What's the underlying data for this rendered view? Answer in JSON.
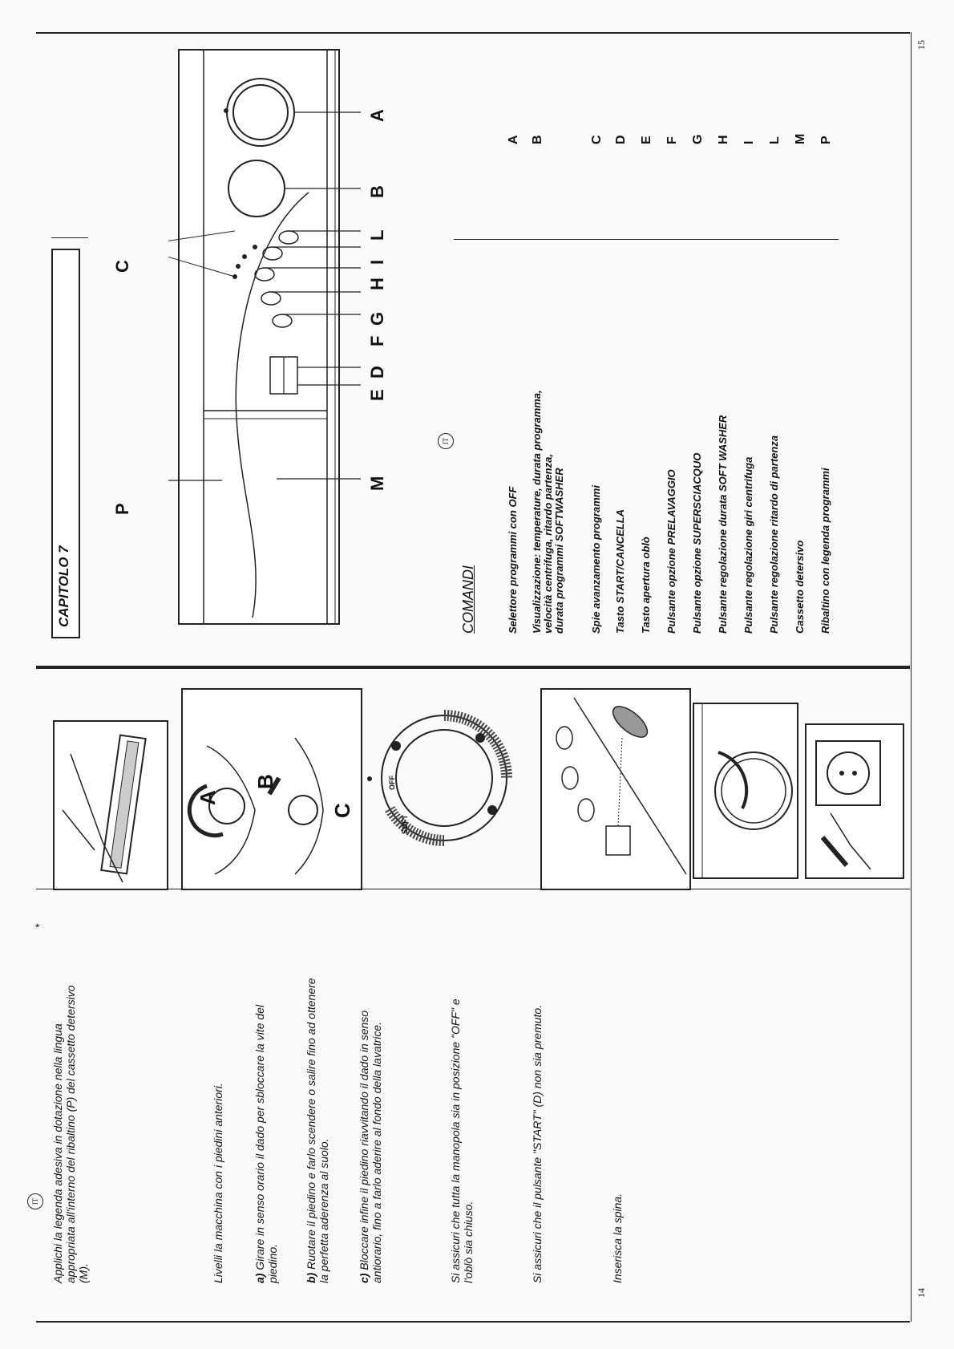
{
  "page_left": {
    "number": "14",
    "lang_badge": "IT",
    "paragraphs": [
      {
        "id": "legend",
        "lines": [
          "Applichi la legenda adesiva in dotazione nella lingua",
          "appropriata all'interno del ribaltino (P) del cassetto detersivo",
          "(M)."
        ]
      },
      {
        "id": "level",
        "lines": [
          "Livelli la macchina con i piedini anteriori."
        ]
      },
      {
        "id": "step_a",
        "label": "a)",
        "lines": [
          " Girare in senso orario il dado per sbloccare la vite del",
          "piedino."
        ]
      },
      {
        "id": "step_b",
        "label": "b)",
        "lines": [
          " Ruotare il piedino e farlo scendere o salire fino ad ottenere",
          "la perfetta aderenza al suolo."
        ]
      },
      {
        "id": "step_c",
        "label": "c)",
        "lines": [
          " Bloccare infine il piedino riavvitando il dado in senso",
          "antiorario, fino a farlo aderire al fondo della lavatrice."
        ]
      },
      {
        "id": "off",
        "lines": [
          "Si assicuri che tutta la manopola sia in posizione \"OFF\" e",
          "l'oblò sia chiuso."
        ]
      },
      {
        "id": "start",
        "lines": [
          "Si assicuri che il pulsante  \"START\" (D) non sia premuto."
        ]
      },
      {
        "id": "plug",
        "lines": [
          "Inserisca la spina."
        ]
      }
    ],
    "figure_labels": {
      "a": "A",
      "b": "B",
      "c": "C"
    },
    "dial_labels": {
      "off": "OFF",
      "soft": "SOFT"
    }
  },
  "page_right": {
    "number": "15",
    "lang_badge": "IT",
    "chapter": "CAPITOLO 7",
    "section_title": "COMANDI",
    "diagram_labels": [
      "A",
      "B",
      "L",
      "I",
      "H",
      "G",
      "F",
      "D",
      "E",
      "M",
      "P",
      "C"
    ],
    "controls": [
      {
        "text": "Selettore programmi con OFF",
        "letter": "A"
      },
      {
        "text": "Visualizzazione: temperature, durata programma,",
        "text2": "velocità centrifuga, ritardo partenza,",
        "text3": "durata programmi SOFTWASHER",
        "letter": "B"
      },
      {
        "text": "Spie avanzamento programmi",
        "letter": "C"
      },
      {
        "text": "Tasto START/CANCELLA",
        "letter": "D"
      },
      {
        "text": "Tasto apertura oblò",
        "letter": "E"
      },
      {
        "text": "Pulsante opzione PRELAVAGGIO",
        "letter": "F"
      },
      {
        "text": "Pulsante opzione SUPERSCIACQUO",
        "letter": "G"
      },
      {
        "text": "Pulsante regolazione durata SOFT WASHER",
        "letter": "H"
      },
      {
        "text": "Pulsante regolazione giri centrifuga",
        "letter": "I"
      },
      {
        "text": "Pulsante regolazione ritardo di partenza",
        "letter": "L"
      },
      {
        "text": "Cassetto detersivo",
        "letter": "M"
      },
      {
        "text": "Ribaltino con legenda programmi",
        "letter": "P"
      }
    ]
  }
}
